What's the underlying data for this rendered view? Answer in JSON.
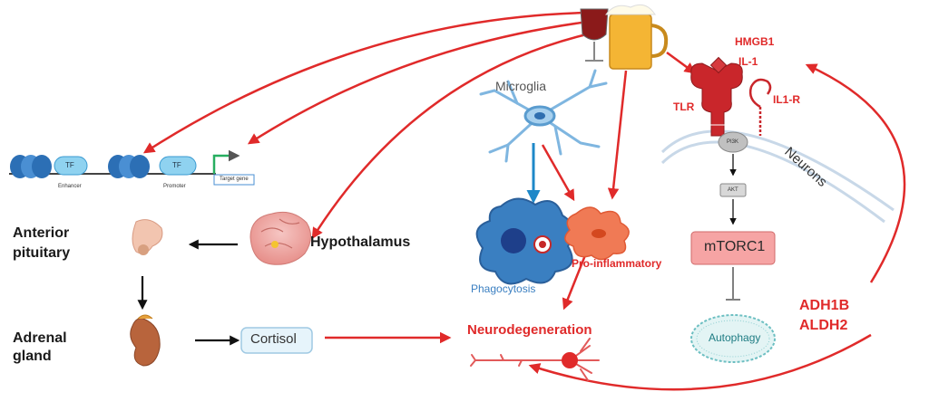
{
  "labels": {
    "microglia": "Microglia",
    "phagocytosis": "Phagocytosis",
    "pro_inflammatory": "Pro-inflammatory",
    "neurodegeneration": "Neurodegeneration",
    "hmgb1": "HMGB1",
    "il1": "IL-1",
    "il1r": "IL1-R",
    "tlr": "TLR",
    "neurons": "Neurons",
    "pi3k": "PI3K",
    "akt": "AKT",
    "mtorc1": "mTORC1",
    "autophagy": "Autophagy",
    "adh1b": "ADH1B",
    "aldh2": "ALDH2",
    "hypothalamus": "Hypothalamus",
    "anterior": "Anterior",
    "pituitary": "pituitary",
    "adrenal": "Adrenal",
    "gland": "gland",
    "cortisol": "Cortisol",
    "tf1": "TF",
    "tf2": "TF",
    "enhancer": "Enhancer",
    "promoter": "Promoter",
    "target_gene": "Target gene"
  },
  "colors": {
    "arrow_red": "#e02a2a",
    "arrow_blue": "#1e88c8",
    "arrow_black": "#111111",
    "microglia_blue": "#7fb6e0",
    "phago_blue": "#3a7fc1",
    "proinflam_orange": "#f07a55",
    "receptor_red": "#c9262b",
    "mtorc1_fill": "#f6a4a4"
  }
}
